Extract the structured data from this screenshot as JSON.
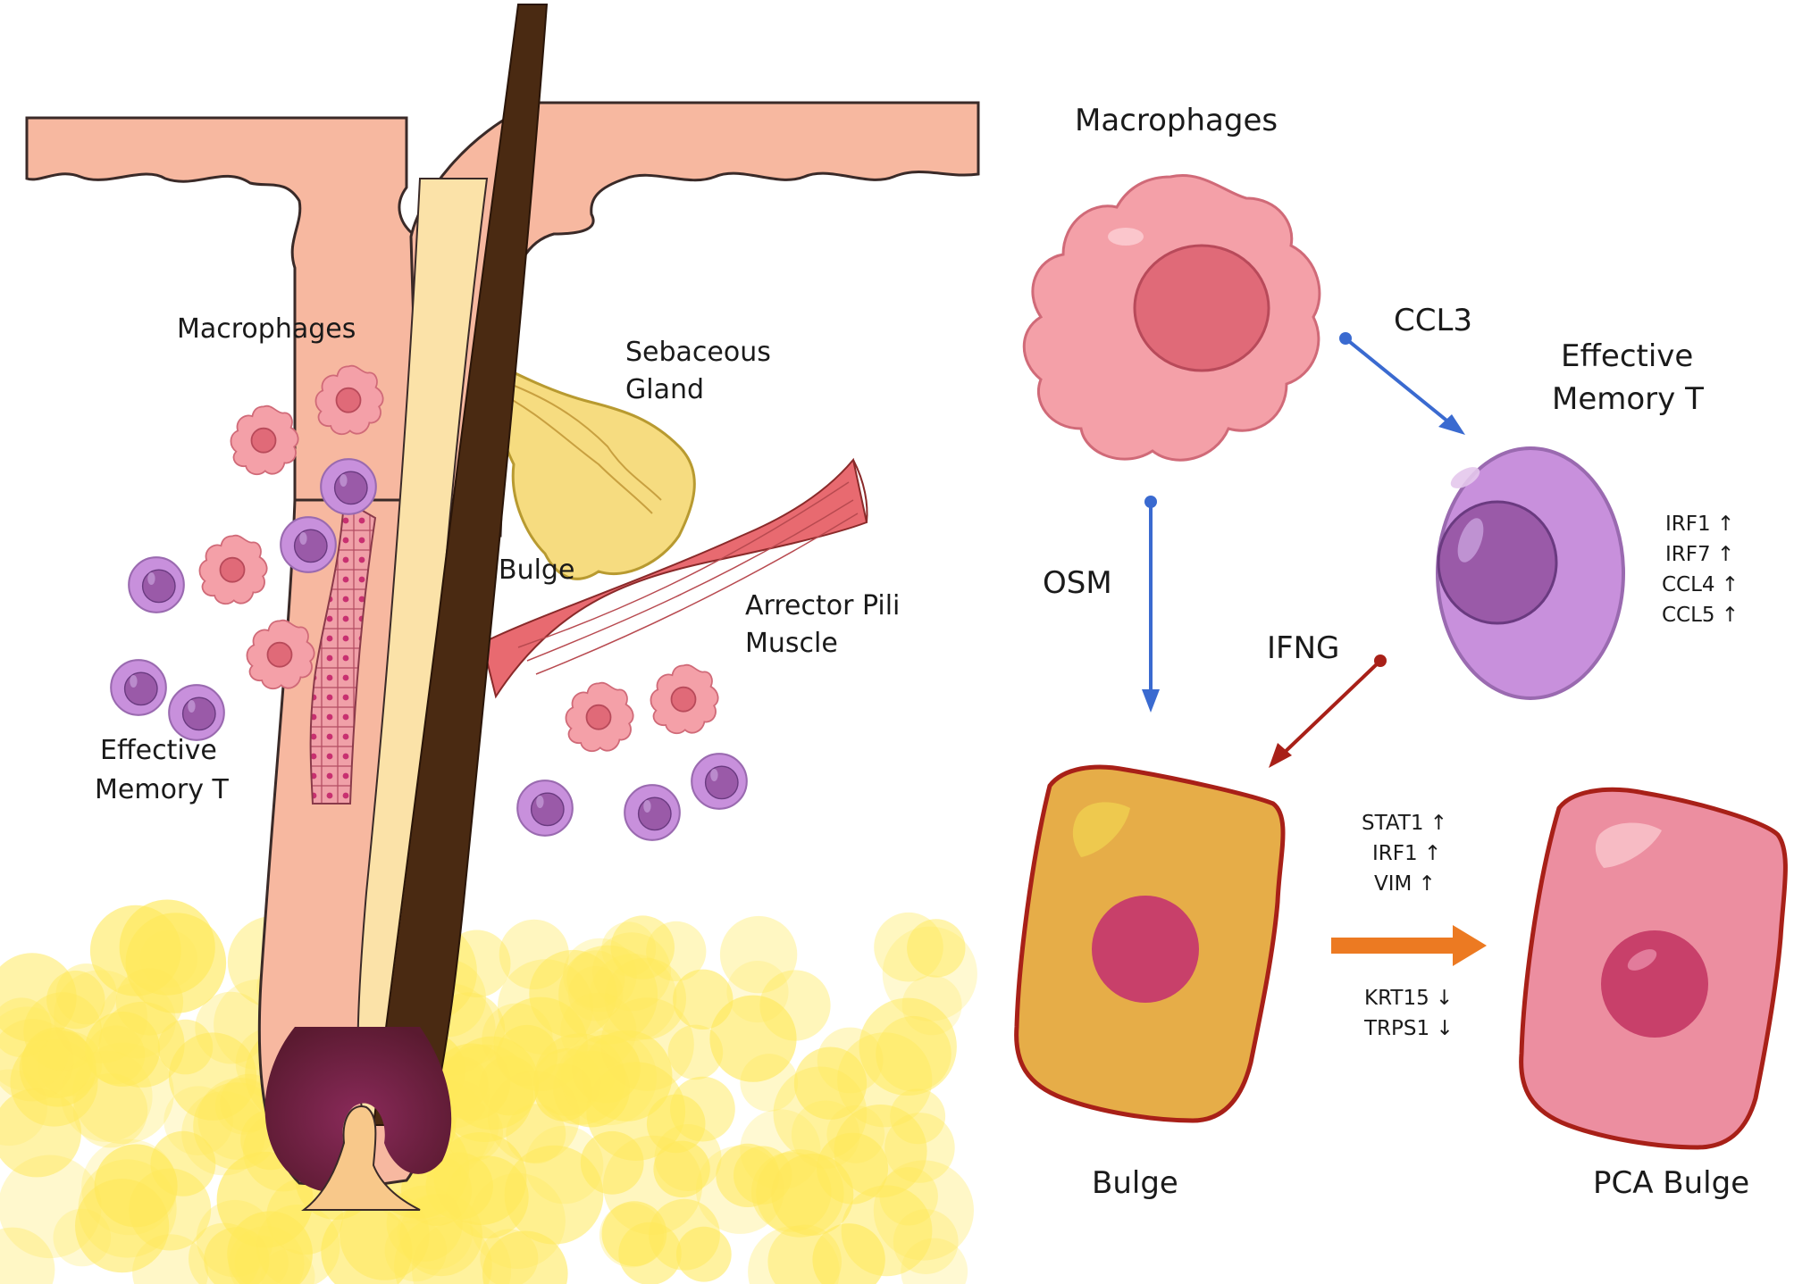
{
  "left_panel": {
    "labels": {
      "macrophages": "Macrophages",
      "sebaceous_line1": "Sebaceous",
      "sebaceous_line2": "Gland",
      "bulge": "Bulge",
      "arrector_line1": "Arrector Pili",
      "arrector_line2": "Muscle",
      "memory_t_line1": "Effective",
      "memory_t_line2": "Memory T"
    }
  },
  "right_panel": {
    "macrophages_title": "Macrophages",
    "memory_t_line1": "Effective",
    "memory_t_line2": "Memory T",
    "ccl3": "CCL3",
    "osm": "OSM",
    "ifng": "IFNG",
    "memory_t_genes": [
      "IRF1 ↑",
      "IRF7 ↑",
      "CCL4 ↑",
      "CCL5 ↑"
    ],
    "up_genes": [
      "STAT1 ↑",
      "IRF1 ↑",
      "VIM ↑"
    ],
    "down_genes": [
      "KRT15 ↓",
      "TRPS1 ↓"
    ],
    "bulge_label": "Bulge",
    "pca_bulge_label": "PCA Bulge"
  },
  "colors": {
    "skin": "#f7b8a0",
    "skin_outline": "#3a2a28",
    "hair": "#4a2a12",
    "macrophage": "#f4a0a8",
    "macrophage_nucleus": "#e06a78",
    "memory_t": "#c890dc",
    "memory_t_nucleus": "#9a5aa8",
    "bulge_cell": "#e6ad48",
    "pca_cell": "#ec8ea0",
    "cell_nucleus": "#c8406a",
    "arrow_blue": "#3a6ad0",
    "arrow_red": "#a82018",
    "arrow_orange": "#ec7a22",
    "fat": "#ffe95a"
  }
}
